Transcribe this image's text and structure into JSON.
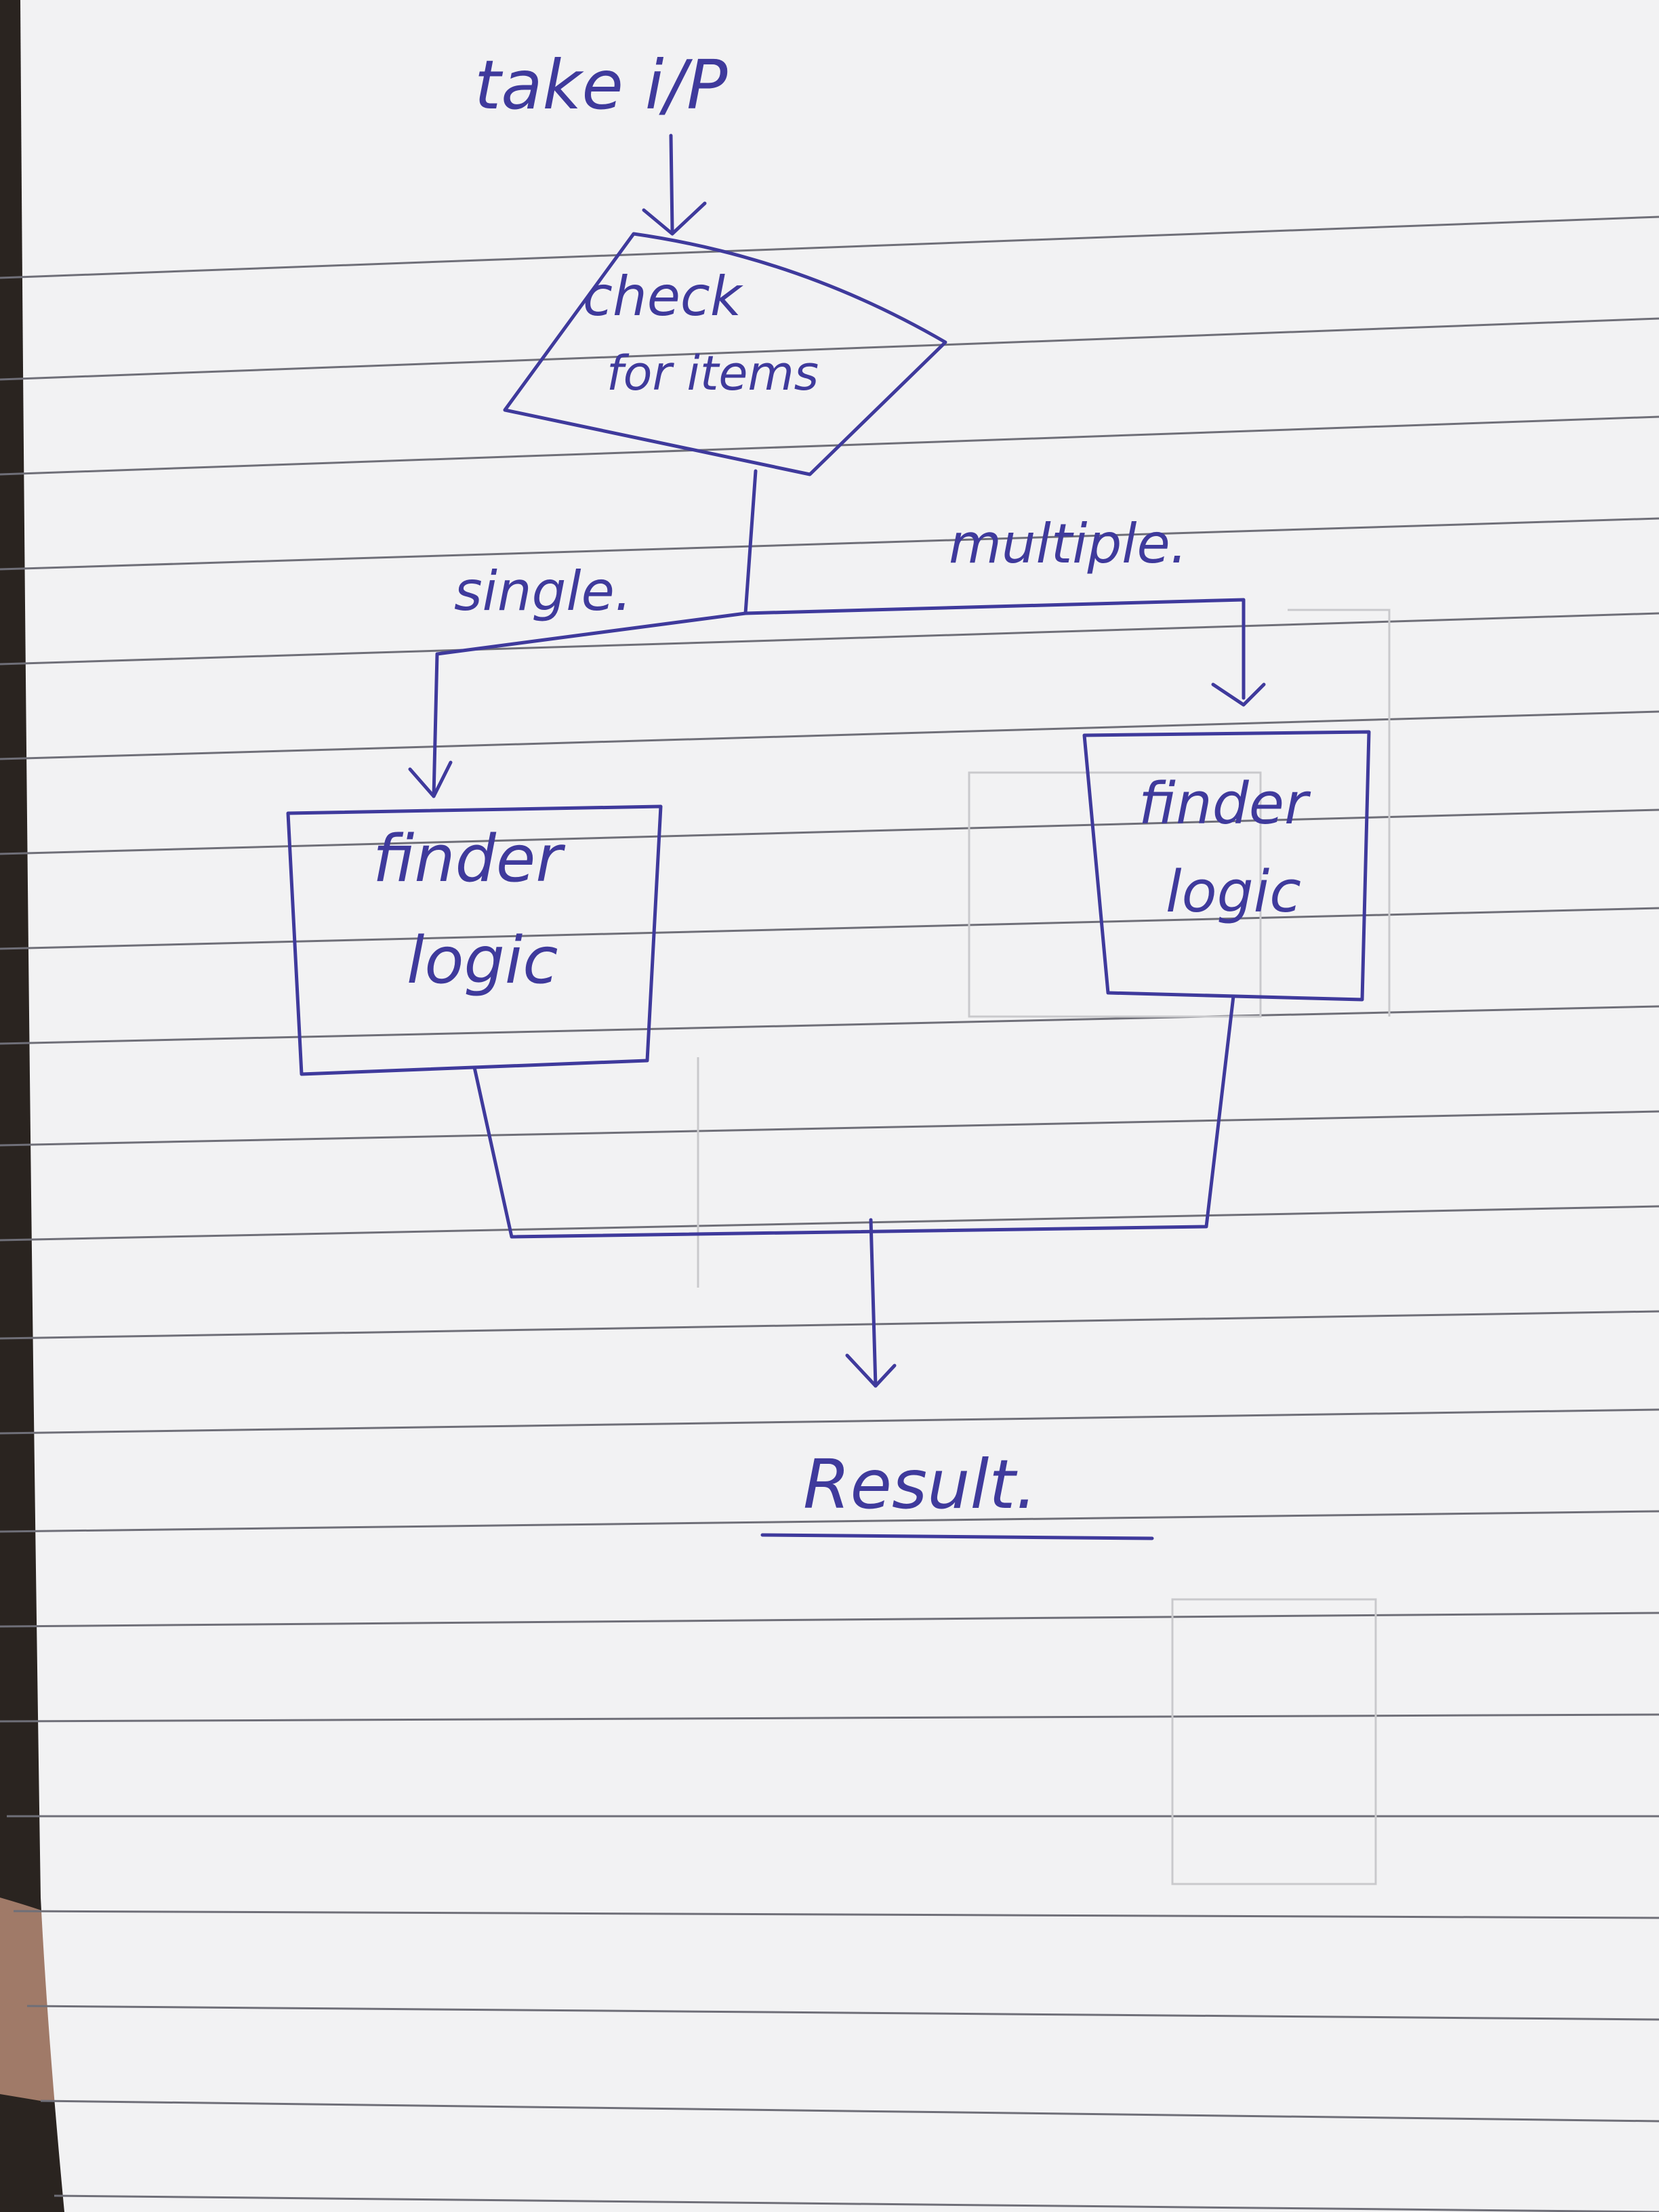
{
  "diagram": {
    "start_label": "take i/P",
    "decision_label_line1": "check",
    "decision_label_line2": "for items",
    "branch_left_label": "single.",
    "branch_right_label": "multiple.",
    "left_box_line1": "finder",
    "left_box_line2": "logic",
    "right_box_line1": "finder",
    "right_box_line2": "logic",
    "end_label": "Result."
  },
  "colors": {
    "ink": "#3f3a9c",
    "paper": "#f3f3f4",
    "rule_lines": "#6f6f78"
  }
}
